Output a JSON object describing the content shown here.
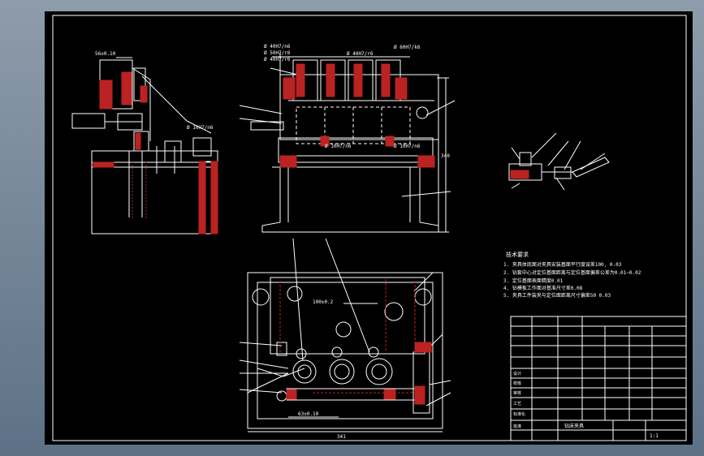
{
  "drawing": {
    "top_view_dims": [
      "Ø 40H7/n6",
      "Ø 50H7/r6",
      "Ø 40H7/r6",
      "Ø 40H7/r6",
      "Ø 60H7/k6"
    ],
    "dim_height": "340",
    "side_view_dims": [
      "56±0.10",
      "Ø 10H7/n6"
    ],
    "mid_fits": [
      "Ø 10H7/n6",
      "Ø 10H7/n6"
    ],
    "plan_dims": [
      "100±0.2",
      "63±0.10",
      "341"
    ],
    "tech_title": "技术要求",
    "tech_notes": [
      "1. 夹具体底面对夹具安装基面平行度误差100, 0.03",
      "2. 钻套中心对定位基面距离与定位基面偏差公差为0.01~0.02",
      "3. 定位基面表面精度0.01",
      "4. 钻模板工作面对基准尺寸差0.08",
      "5. 夹具工件装夹与定位面距离尺寸偏差50 0.03"
    ],
    "title_block": {
      "cells": [
        "设计",
        "校核",
        "审核",
        "工艺",
        "标准化",
        "批准"
      ],
      "name": "钻床夹具",
      "scale": "1:1"
    }
  }
}
